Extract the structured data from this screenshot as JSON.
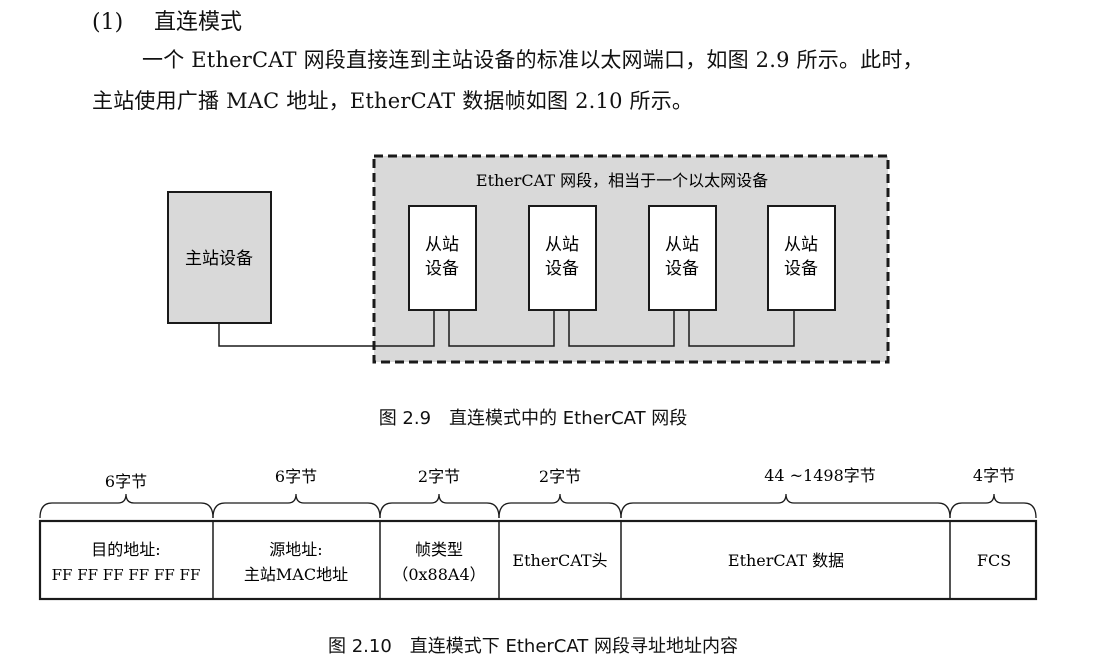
{
  "section": {
    "number": "(1)",
    "title": "直连模式"
  },
  "paragraph": {
    "line1": "一个 EtherCAT 网段直接连到主站设备的标准以太网端口，如图 2.9 所示。此时，",
    "line2": "主站使用广播 MAC 地址，EtherCAT 数据帧如图 2.10 所示。"
  },
  "figure_2_9": {
    "segment_label": "EtherCAT 网段，相当于一个以太网设备",
    "master_label": "主站设备",
    "slaves": [
      {
        "line1": "从站",
        "line2": "设备"
      },
      {
        "line1": "从站",
        "line2": "设备"
      },
      {
        "line1": "从站",
        "line2": "设备"
      },
      {
        "line1": "从站",
        "line2": "设备"
      }
    ],
    "caption": "图 2.9　直连模式中的 EtherCAT 网段"
  },
  "figure_2_10": {
    "fields": [
      {
        "size": "6字节",
        "line1": "目的地址:",
        "line2": "FF FF FF FF FF FF"
      },
      {
        "size": "6字节",
        "line1": "源地址:",
        "line2": "主站MAC地址"
      },
      {
        "size": "2字节",
        "line1": "帧类型",
        "line2": "（0x88A4）"
      },
      {
        "size": "2字节",
        "line1": "EtherCAT头",
        "line2": ""
      },
      {
        "size": "44 ~1498字节",
        "line1": "EtherCAT 数据",
        "line2": ""
      },
      {
        "size": "4字节",
        "line1": "FCS",
        "line2": ""
      }
    ],
    "caption": "图 2.10　直连模式下 EtherCAT 网段寻址地址内容"
  }
}
